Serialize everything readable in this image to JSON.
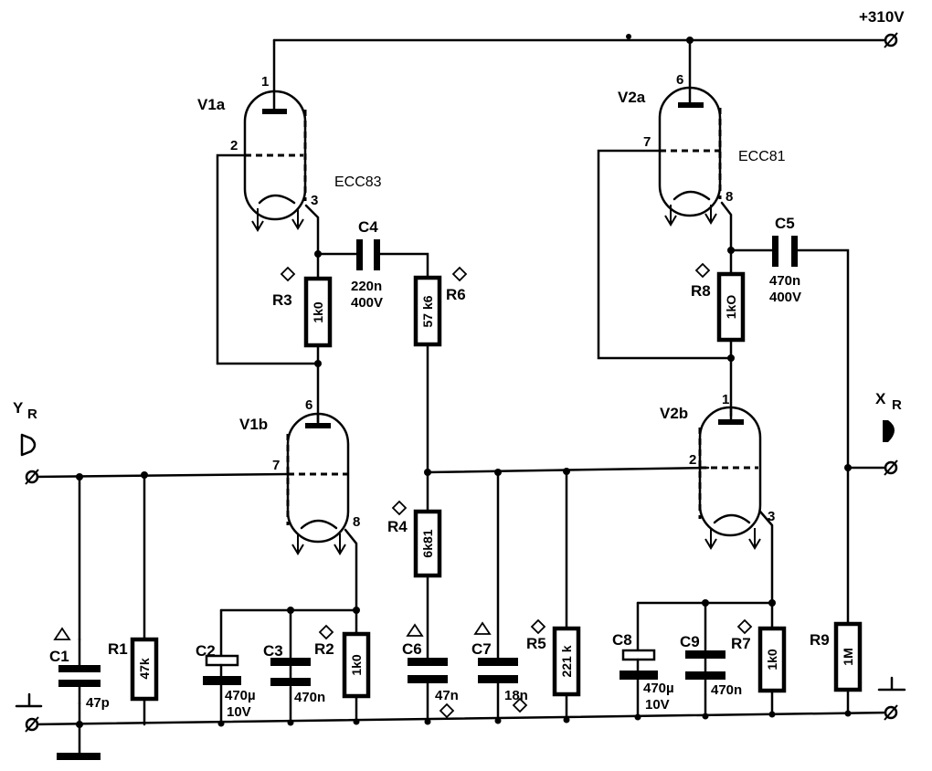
{
  "supply": {
    "label": "+310V"
  },
  "terminals": {
    "y_input": {
      "label": "Y",
      "sub": "R"
    },
    "x_output": {
      "label": "X",
      "sub": "R"
    }
  },
  "tubes": {
    "v1a": {
      "label": "V1a",
      "type": "ECC83",
      "pins": {
        "anode": "1",
        "grid": "2",
        "cathode": "3"
      }
    },
    "v1b": {
      "label": "V1b",
      "pins": {
        "anode": "6",
        "grid": "7",
        "cathode": "8"
      }
    },
    "v2a": {
      "label": "V2a",
      "type": "ECC81",
      "pins": {
        "anode": "6",
        "grid": "7",
        "cathode": "8"
      }
    },
    "v2b": {
      "label": "V2b",
      "pins": {
        "anode": "1",
        "grid": "2",
        "cathode": "3"
      }
    }
  },
  "resistors": {
    "r1": {
      "label": "R1",
      "value": "47k"
    },
    "r2": {
      "label": "R2",
      "value": "1k0"
    },
    "r3": {
      "label": "R3",
      "value": "1k0"
    },
    "r4": {
      "label": "R4",
      "value": "6k81"
    },
    "r5": {
      "label": "R5",
      "value": "221 k"
    },
    "r6": {
      "label": "R6",
      "value": "57 k6"
    },
    "r7": {
      "label": "R7",
      "value": "1k0"
    },
    "r8": {
      "label": "R8",
      "value": "1kO"
    },
    "r9": {
      "label": "R9",
      "value": "1M"
    }
  },
  "capacitors": {
    "c1": {
      "label": "C1",
      "value": "47p"
    },
    "c2": {
      "label": "C2",
      "value": "470µ",
      "voltage": "10V"
    },
    "c3": {
      "label": "C3",
      "value": "470n"
    },
    "c4": {
      "label": "C4",
      "value": "220n",
      "voltage": "400V"
    },
    "c5": {
      "label": "C5",
      "value": "470n",
      "voltage": "400V"
    },
    "c6": {
      "label": "C6",
      "value": "47n"
    },
    "c7": {
      "label": "C7",
      "value": "18n"
    },
    "c8": {
      "label": "C8",
      "value": "470µ",
      "voltage": "10V"
    },
    "c9": {
      "label": "C9",
      "value": "470n"
    }
  }
}
